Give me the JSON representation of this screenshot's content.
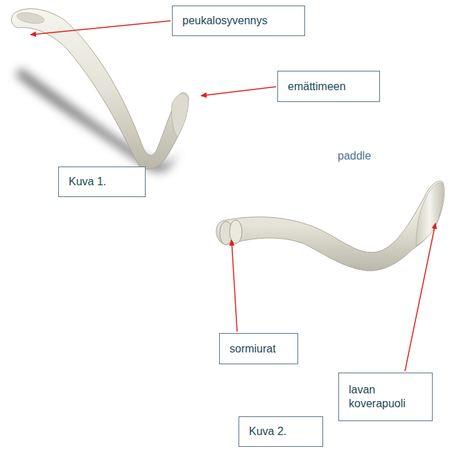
{
  "diagram": {
    "nodes": [
      {
        "text": [
          "peukalosyvennys"
        ]
      },
      {
        "text": [
          "emättimeen"
        ]
      },
      {
        "text": [
          "Kuva 1."
        ]
      },
      {
        "text": [
          "sormiurat"
        ]
      },
      {
        "text": [
          "lavan koverapuoli"
        ]
      },
      {
        "text": [
          "Kuva 2."
        ]
      }
    ],
    "labels": [
      "paddle"
    ]
  }
}
